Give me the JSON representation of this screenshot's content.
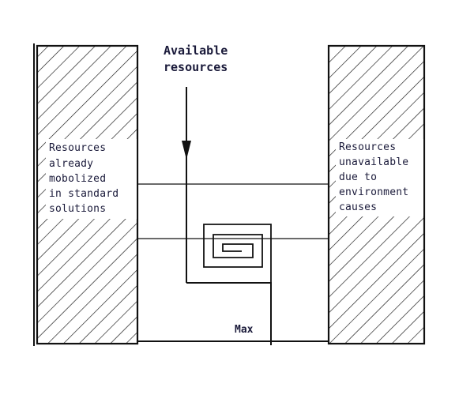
{
  "diagram": {
    "top_label_lines": [
      "Available",
      "resources"
    ],
    "left_block_lines": [
      "Resources",
      "already",
      "mobolized",
      "in standard",
      "solutions"
    ],
    "right_block_lines": [
      "Resources",
      "unavailable",
      "due to",
      "environment",
      "causes"
    ],
    "bottom_label": "Max"
  }
}
